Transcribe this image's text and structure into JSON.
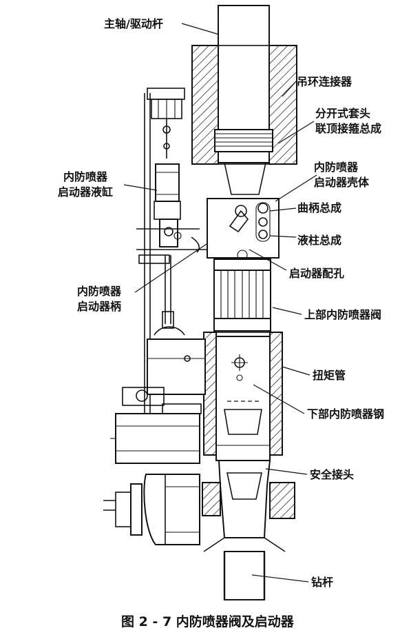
{
  "labels": {
    "spindle": "主轴/驱动杆",
    "bail_connector": "吊环连接器",
    "split_sleeve_1": "分开式套头",
    "split_sleeve_2": "联顶接箍总成",
    "actuator_housing_1": "内防喷器",
    "actuator_housing_2": "启动器壳体",
    "crank_assembly": "曲柄总成",
    "cylinder_left_1": "内防喷器",
    "cylinder_left_2": "启动器液缸",
    "piston_assembly": "液柱总成",
    "actuator_handle_1": "内防喷器",
    "actuator_handle_2": "启动器柄",
    "actuator_fit_hole": "启动器配孔",
    "upper_bop_valve": "上部内防喷器阀",
    "torque_tube": "扭矩管",
    "lower_bop_valve": "下部内防喷器钢",
    "safety_joint": "安全接头",
    "drill_pipe": "钻杆"
  },
  "caption": "图 2 - 7    内防喷器阀及启动器"
}
